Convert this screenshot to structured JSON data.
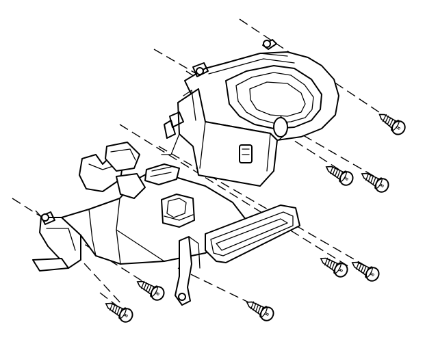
{
  "diagram": {
    "components": [
      "blower-housing",
      "heater-case",
      "outlet-duct",
      "mounting-bracket",
      "clip",
      "connector"
    ],
    "screw_count": 8,
    "screw_mark": "∞"
  }
}
